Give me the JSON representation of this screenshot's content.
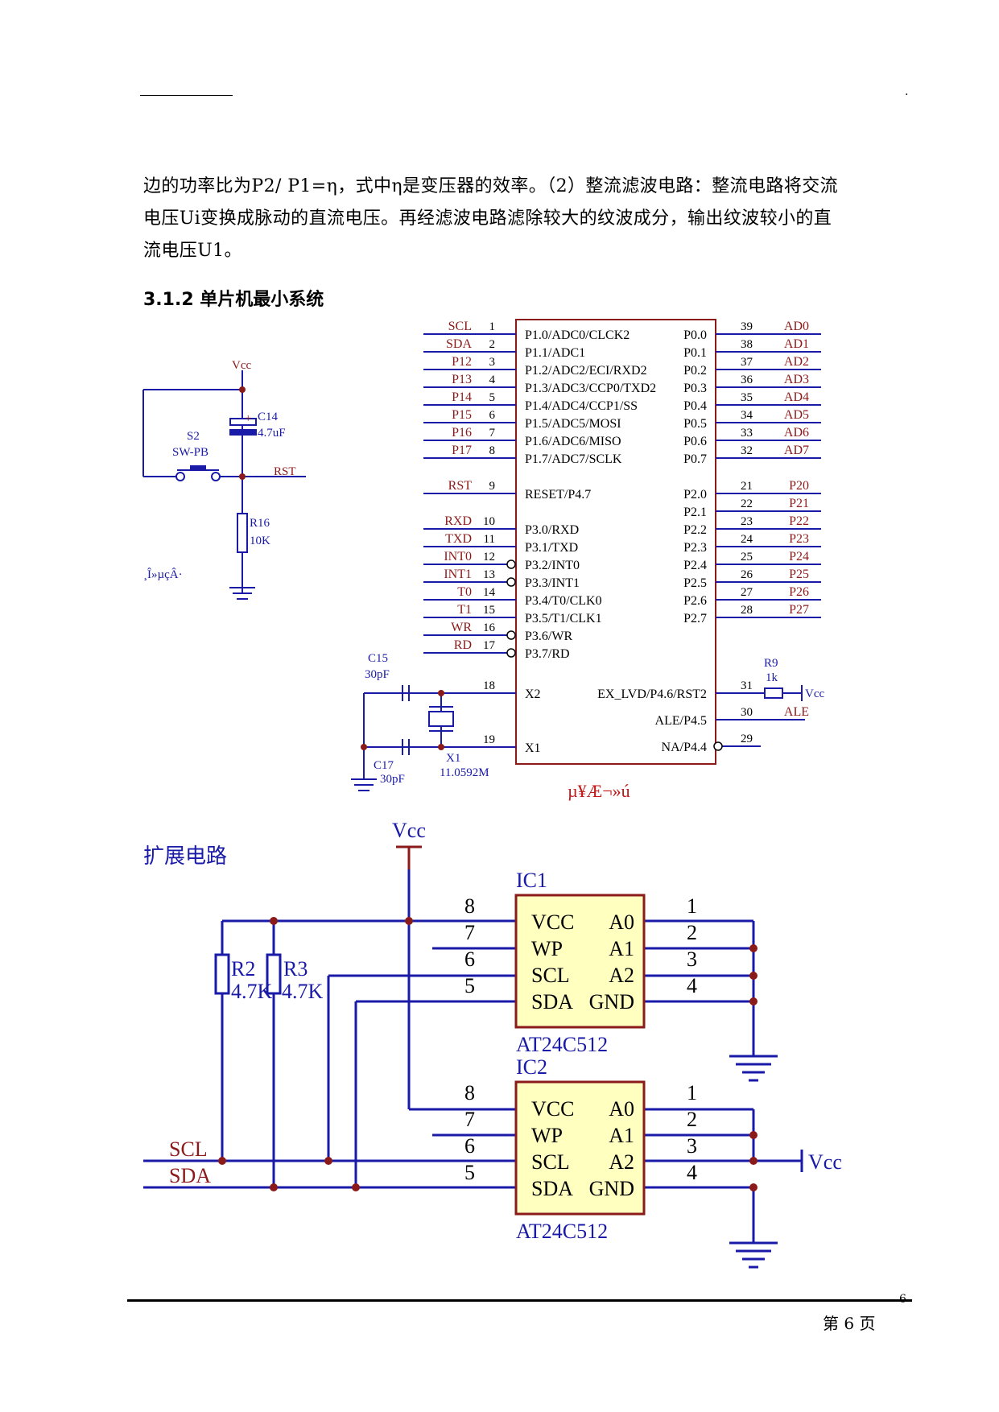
{
  "header": {
    "right_mark": "."
  },
  "paragraph": {
    "line1": "边的功率比为P2/ P1=η，式中η是变压器的效率。（2）整流滤波电路：整流电路将交流",
    "line2": "电压Ui变换成脉动的直流电压。再经滤波电路滤除较大的纹波成分，输出纹波较小的直",
    "line3": "流电压U1。"
  },
  "section_title": "3.1.2 单片机最小系统",
  "reset_circuit": {
    "vcc": "Vcc",
    "cap_name": "C14",
    "cap_value": "4.7uF",
    "cap_plus": "+",
    "switch_name": "S2",
    "switch_type": "SW-PB",
    "rst": "RST",
    "res_name": "R16",
    "res_value": "10K",
    "garbled_caption": "¸Î»µçÂ·"
  },
  "mcu": {
    "left_pins": [
      {
        "net": "SCL",
        "num": "1",
        "name": "P1.0/ADC0/CLCK2"
      },
      {
        "net": "SDA",
        "num": "2",
        "name": "P1.1/ADC1"
      },
      {
        "net": "P12",
        "num": "3",
        "name": "P1.2/ADC2/ECI/RXD2"
      },
      {
        "net": "P13",
        "num": "4",
        "name": "P1.3/ADC3/CCP0/TXD2"
      },
      {
        "net": "P14",
        "num": "5",
        "name": "P1.4/ADC4/CCP1/SS"
      },
      {
        "net": "P15",
        "num": "6",
        "name": "P1.5/ADC5/MOSI"
      },
      {
        "net": "P16",
        "num": "7",
        "name": "P1.6/ADC6/MISO"
      },
      {
        "net": "P17",
        "num": "8",
        "name": "P1.7/ADC7/SCLK"
      },
      {
        "net": "RST",
        "num": "9",
        "name": "RESET/P4.7"
      },
      {
        "net": "RXD",
        "num": "10",
        "name": "P3.0/RXD"
      },
      {
        "net": "TXD",
        "num": "11",
        "name": "P3.1/TXD"
      },
      {
        "net": "INT0",
        "num": "12",
        "name": "P3.2/INT0"
      },
      {
        "net": "INT1",
        "num": "13",
        "name": "P3.3/INT1"
      },
      {
        "net": "T0",
        "num": "14",
        "name": "P3.4/T0/CLK0"
      },
      {
        "net": "T1",
        "num": "15",
        "name": "P3.5/T1/CLK1"
      },
      {
        "net": "WR",
        "num": "16",
        "name": "P3.6/WR"
      },
      {
        "net": "RD",
        "num": "17",
        "name": "P3.7/RD"
      },
      {
        "net": "",
        "num": "18",
        "name": "X2"
      },
      {
        "net": "",
        "num": "19",
        "name": "X1"
      }
    ],
    "right_pins": [
      {
        "net": "AD0",
        "num": "39",
        "name": "P0.0"
      },
      {
        "net": "AD1",
        "num": "38",
        "name": "P0.1"
      },
      {
        "net": "AD2",
        "num": "37",
        "name": "P0.2"
      },
      {
        "net": "AD3",
        "num": "36",
        "name": "P0.3"
      },
      {
        "net": "AD4",
        "num": "35",
        "name": "P0.4"
      },
      {
        "net": "AD5",
        "num": "34",
        "name": "P0.5"
      },
      {
        "net": "AD6",
        "num": "33",
        "name": "P0.6"
      },
      {
        "net": "AD7",
        "num": "32",
        "name": "P0.7"
      },
      {
        "net": "P20",
        "num": "21",
        "name": "P2.0"
      },
      {
        "net": "P21",
        "num": "22",
        "name": "P2.1"
      },
      {
        "net": "P22",
        "num": "23",
        "name": "P2.2"
      },
      {
        "net": "P23",
        "num": "24",
        "name": "P2.3"
      },
      {
        "net": "P24",
        "num": "25",
        "name": "P2.4"
      },
      {
        "net": "P25",
        "num": "26",
        "name": "P2.5"
      },
      {
        "net": "P26",
        "num": "27",
        "name": "P2.6"
      },
      {
        "net": "P27",
        "num": "28",
        "name": "P2.7"
      },
      {
        "net": "",
        "num": "31",
        "name": "EX_LVD/P4.6/RST2"
      },
      {
        "net": "ALE",
        "num": "30",
        "name": "ALE/P4.5"
      },
      {
        "net": "",
        "num": "29",
        "name": "NA/P4.4"
      }
    ],
    "r9_name": "R9",
    "r9_value": "1k",
    "r9_vcc": "Vcc",
    "c15_name": "C15",
    "c15_value": "30pF",
    "c17_name": "C17",
    "c17_value": "30pF",
    "x1_name": "X1",
    "x1_value": "11.0592M",
    "garbled_caption": "µ¥Æ¬»ú"
  },
  "expansion": {
    "title": "扩展电路",
    "vcc_top": "Vcc",
    "r2_name": "R2",
    "r2_value": "4.7K",
    "r3_name": "R3",
    "r3_value": "4.7K",
    "scl": "SCL",
    "sda": "SDA",
    "vcc_right": "Vcc",
    "chips": [
      {
        "ref": "IC1",
        "part": "AT24C512",
        "left_nums": [
          "8",
          "7",
          "6",
          "5"
        ],
        "left_names": [
          "VCC",
          "WP",
          "SCL",
          "SDA"
        ],
        "right_names": [
          "A0",
          "A1",
          "A2",
          "GND"
        ],
        "right_nums": [
          "1",
          "2",
          "3",
          "4"
        ]
      },
      {
        "ref": "IC2",
        "part": "AT24C512",
        "left_nums": [
          "8",
          "7",
          "6",
          "5"
        ],
        "left_names": [
          "VCC",
          "WP",
          "SCL",
          "SDA"
        ],
        "right_names": [
          "A0",
          "A1",
          "A2",
          "GND"
        ],
        "right_nums": [
          "1",
          "2",
          "3",
          "4"
        ]
      }
    ]
  },
  "footer": {
    "corner_num": "6",
    "page_label": "第 6 页"
  }
}
